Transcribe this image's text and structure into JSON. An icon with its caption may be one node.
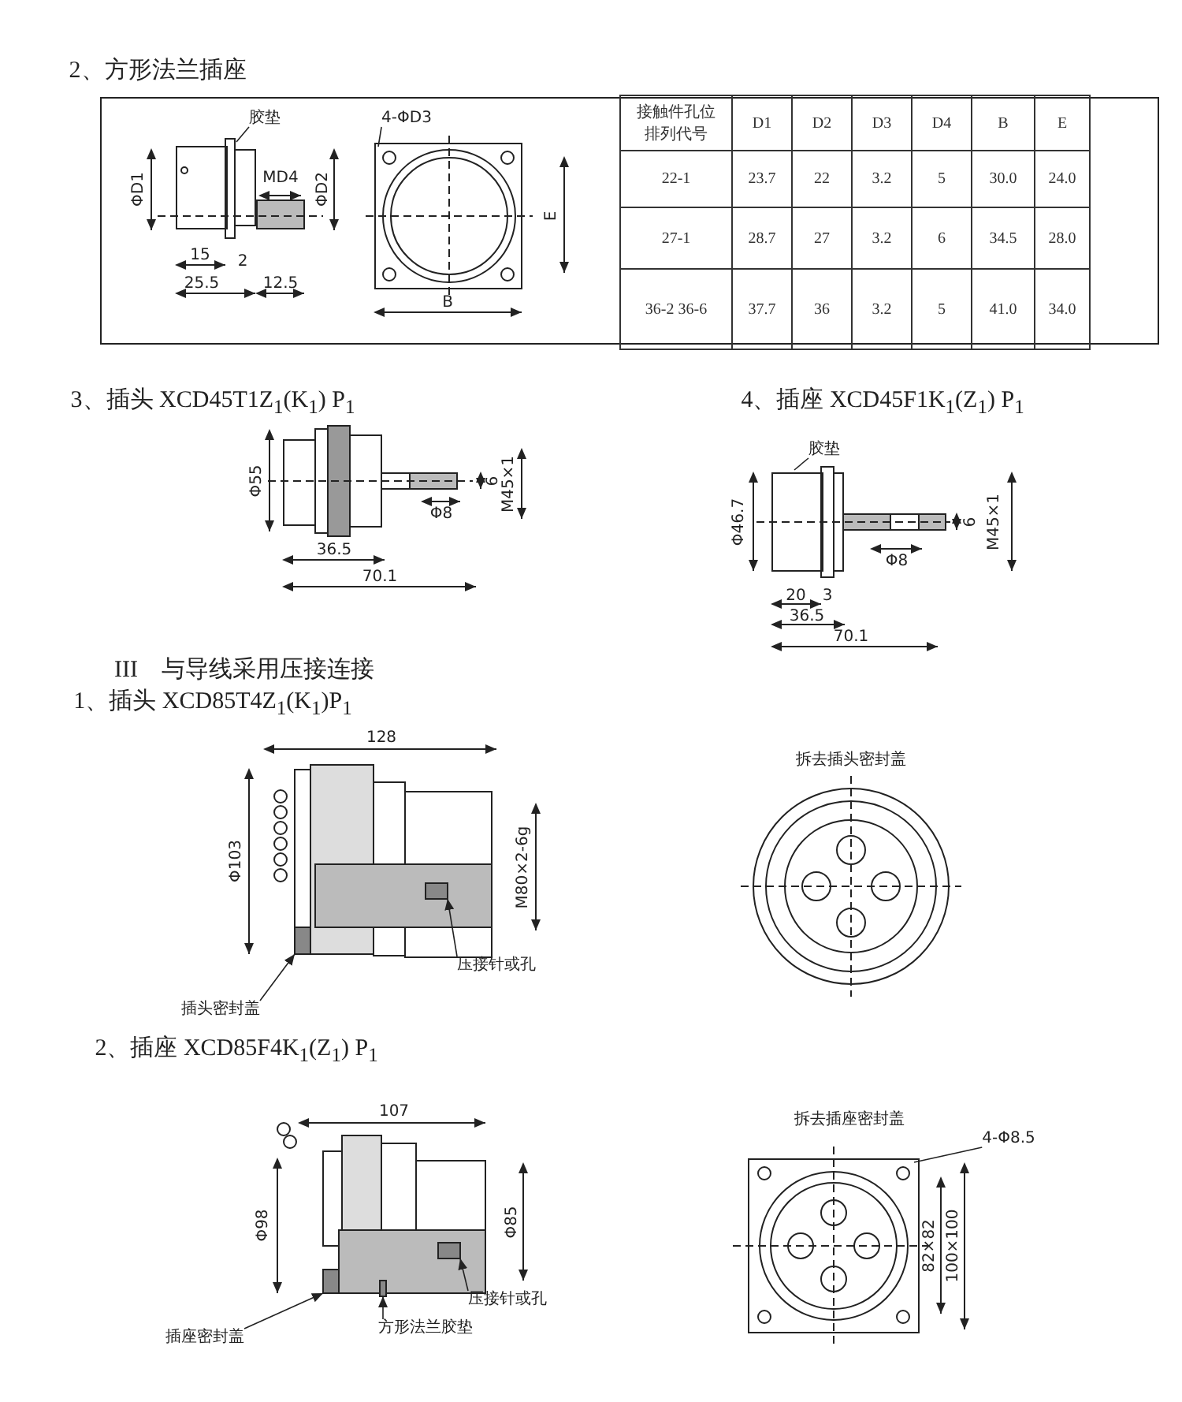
{
  "diagram": {
    "nodes": [
      {
        "text": [
          "胶垫"
        ]
      },
      {
        "text": [
          "4-ΦD3"
        ]
      },
      {
        "text": [
          "胶垫"
        ]
      },
      {
        "text": [
          "压接针或孔"
        ]
      },
      {
        "text": [
          "插头密封盖"
        ]
      },
      {
        "text": [
          "压接针或孔"
        ]
      },
      {
        "text": [
          "插座密封盖"
        ]
      },
      {
        "text": [
          "方形法兰胶垫"
        ]
      },
      {
        "text": [
          "4-Φ8.5"
        ]
      },
      {
        "text": [],
        "shape": "box"
      },
      {
        "text": [],
        "shape": "box"
      },
      {
        "text": [],
        "shape": "box"
      },
      {
        "text": [],
        "shape": "box"
      },
      {
        "text": [],
        "shape": "box"
      }
    ],
    "edges": [
      {
        "from": 0,
        "to": null,
        "arrow": "none"
      },
      {
        "from": 1,
        "to": null,
        "arrow": "none"
      },
      {
        "from": 2,
        "to": null,
        "arrow": "none"
      },
      {
        "from": 3,
        "to": 9,
        "arrow": "to"
      },
      {
        "from": 4,
        "to": 10,
        "arrow": "to"
      },
      {
        "from": 5,
        "to": 11,
        "arrow": "to"
      },
      {
        "from": 6,
        "to": 12,
        "arrow": "to"
      },
      {
        "from": 7,
        "to": 13,
        "arrow": "to"
      },
      {
        "from": 8,
        "to": null,
        "arrow": "none"
      }
    ],
    "labels": [
      "2、方形法兰插座",
      "MD4",
      "ΦD1",
      "ΦD2",
      "E",
      "15",
      "2",
      "25.5",
      "12.5",
      "B",
      "接触件孔位排列代号",
      "D1",
      "D2",
      "D3",
      "D4",
      "B",
      "E",
      "22-1",
      "23.7",
      "22",
      "3.2",
      "5",
      "30.0",
      "24.0",
      "27-1",
      "28.7",
      "27",
      "3.2",
      "6",
      "34.5",
      "28.0",
      "36-2 36-6",
      "37.7",
      "36",
      "3.2",
      "5",
      "41.0",
      "34.0",
      "3、插头 XCD45T1Z$_{1}$(K$_{1}$) P$_{1}$",
      "4、插座 XCD45F1K$_{1}$(Z$_{1}$) P$_{1}$",
      "Φ55",
      "6",
      "M45×1",
      "Φ8",
      "36.5",
      "70.1",
      "Φ46.7",
      "6",
      "M45×1",
      "Φ8",
      "20",
      "3",
      "36.5",
      "70.1",
      "III　与导线采用压接连接",
      "1、插头 XCD85T4Z$_{1}$(K$_{1}$)P$_{1}$",
      "128",
      "Φ103",
      "M80×2-6g",
      "拆去插头密封盖",
      "2、插座 XCD85F4K$_{1}$(Z$_{1}$) P$_{1}$",
      "107",
      "Φ98",
      "Φ85",
      "拆去插座密封盖",
      "82×82",
      "100×100"
    ]
  }
}
